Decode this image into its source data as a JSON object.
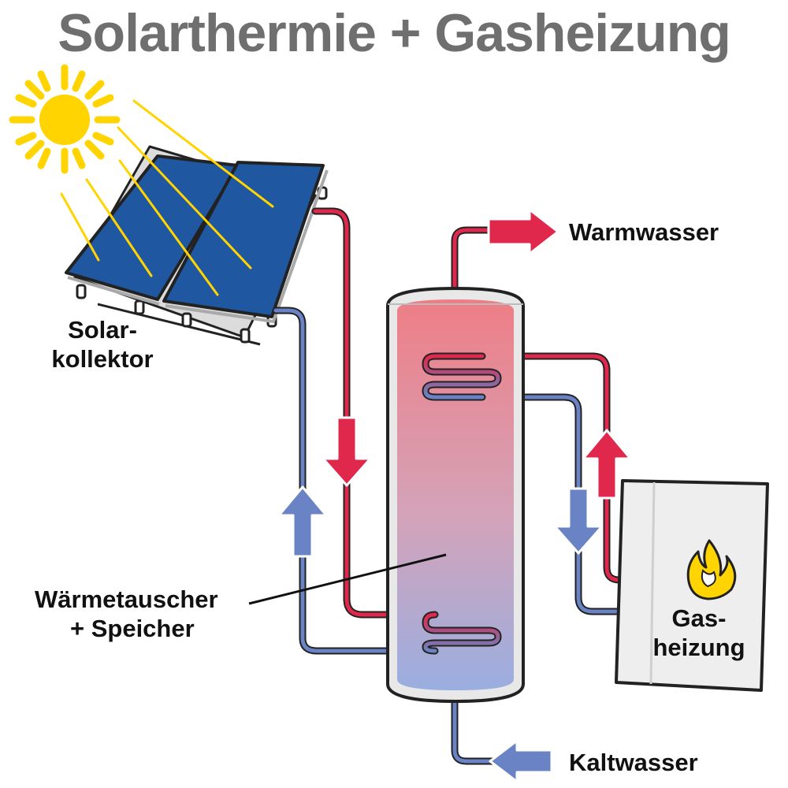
{
  "title": "Solarthermie + Gasheizung",
  "labels": {
    "warmwasser": "Warmwasser",
    "kaltwasser": "Kaltwasser",
    "solarkollektor_line1": "Solar-",
    "solarkollektor_line2": "kollektor",
    "waermetauscher_line1": "Wärmetauscher",
    "waermetauscher_line2": "+ Speicher",
    "gasheizung_line1": "Gas-",
    "gasheizung_line2": "heizung"
  },
  "colors": {
    "title": "#6f6f6f",
    "hot": "#e0284d",
    "cold": "#6a83c5",
    "sun": "#ffd400",
    "panel": "#1f57a0",
    "tank_top": "#ee7e86",
    "tank_bottom": "#9aaee0",
    "flame": "#ffd400"
  },
  "icons": {
    "sun": "sun-icon",
    "flame": "flame-icon"
  }
}
